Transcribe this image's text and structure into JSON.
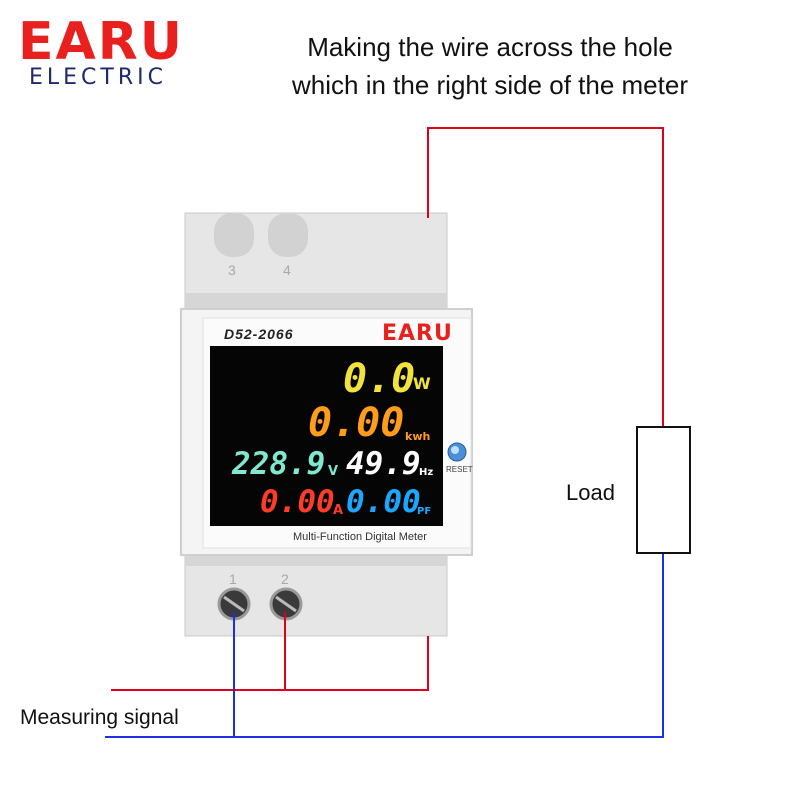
{
  "logo": {
    "brand": "EARU",
    "sub": "ELECTRIC",
    "color": "#e8211f",
    "sub_color": "#1f2a6e"
  },
  "caption": [
    "Making the wire across the hole",
    "which in the right side of the meter"
  ],
  "labels": {
    "load": "Load",
    "signal": "Measuring signal"
  },
  "meter": {
    "model": "D52-2066",
    "brand": "EARU",
    "footer": "Multi-Function Digital Meter",
    "reset_label": "RESET",
    "terminals_top": [
      "3",
      "4"
    ],
    "terminals_bottom": [
      "1",
      "2"
    ]
  },
  "readings": {
    "power": {
      "value": "0.0",
      "unit": "W",
      "color": "#f2e33c"
    },
    "energy": {
      "value": "0.00",
      "unit": "kwh",
      "color": "#ff9c1a"
    },
    "voltage": {
      "value": "228.9",
      "unit": "V",
      "color": "#7fe8cf"
    },
    "frequency": {
      "value": "49.9",
      "unit": "Hz",
      "color": "#ffffff"
    },
    "current": {
      "value": "0.00",
      "unit": "A",
      "color": "#ff3b2a"
    },
    "power_factor": {
      "value": "0.00",
      "unit": "PF",
      "color": "#1aa8ff"
    }
  },
  "colors": {
    "wire_live": "#e0001b",
    "wire_neutral": "#1e2fe0",
    "housing": "#e4e4e4",
    "panel": "#f5f5f5"
  }
}
